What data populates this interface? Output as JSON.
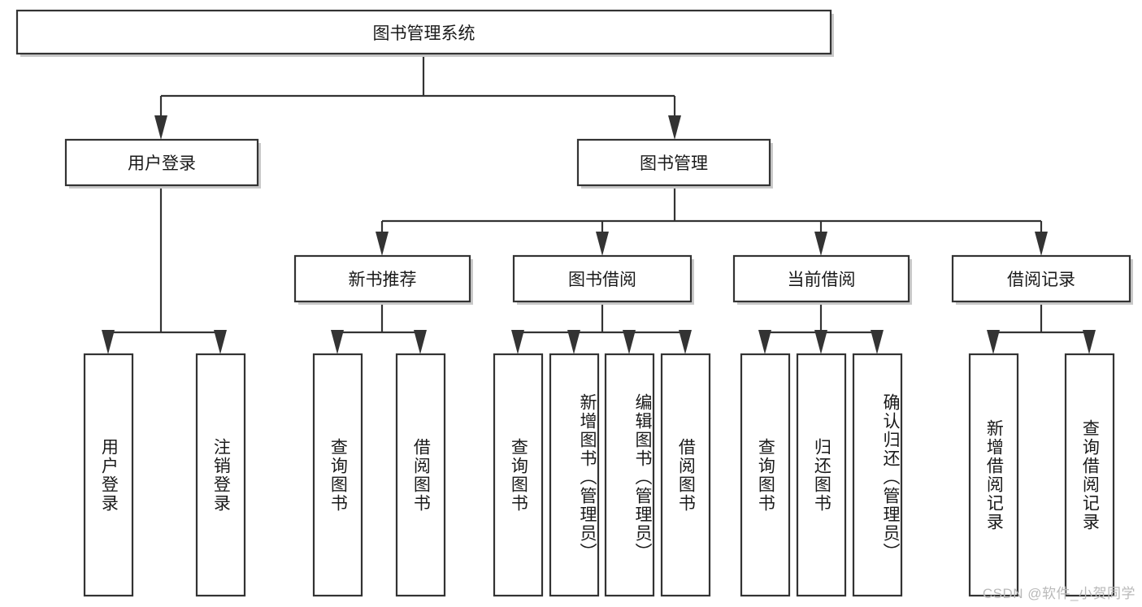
{
  "diagram": {
    "type": "tree-hierarchy-chart",
    "title": "图书管理系统",
    "watermark": "CSDN @软件_小贺同学",
    "colors": {
      "background": "#ffffff",
      "box_stroke": "#333333",
      "box_fill": "#ffffff",
      "text": "#1a1a1a",
      "watermark": "#b9b9b9"
    },
    "levels": {
      "root": {
        "label": "图书管理系统"
      },
      "level2": [
        {
          "label": "用户登录"
        },
        {
          "label": "图书管理"
        }
      ],
      "level3": [
        {
          "label": "新书推荐"
        },
        {
          "label": "图书借阅"
        },
        {
          "label": "当前借阅"
        },
        {
          "label": "借阅记录"
        }
      ]
    },
    "leaves": {
      "user_login": [
        {
          "label": "用户登录"
        },
        {
          "label": "注销登录"
        }
      ],
      "new_book_recommend": [
        {
          "label": "查询图书"
        },
        {
          "label": "借阅图书"
        }
      ],
      "book_borrow": [
        {
          "label": "查询图书"
        },
        {
          "label": "新增图书（管理员）"
        },
        {
          "label": "编辑图书（管理员）"
        },
        {
          "label": "借阅图书"
        }
      ],
      "current_borrow": [
        {
          "label": "查询图书"
        },
        {
          "label": "归还图书"
        },
        {
          "label": "确认归还（管理员）"
        }
      ],
      "borrow_record": [
        {
          "label": "新增借阅记录"
        },
        {
          "label": "查询借阅记录"
        }
      ]
    }
  }
}
